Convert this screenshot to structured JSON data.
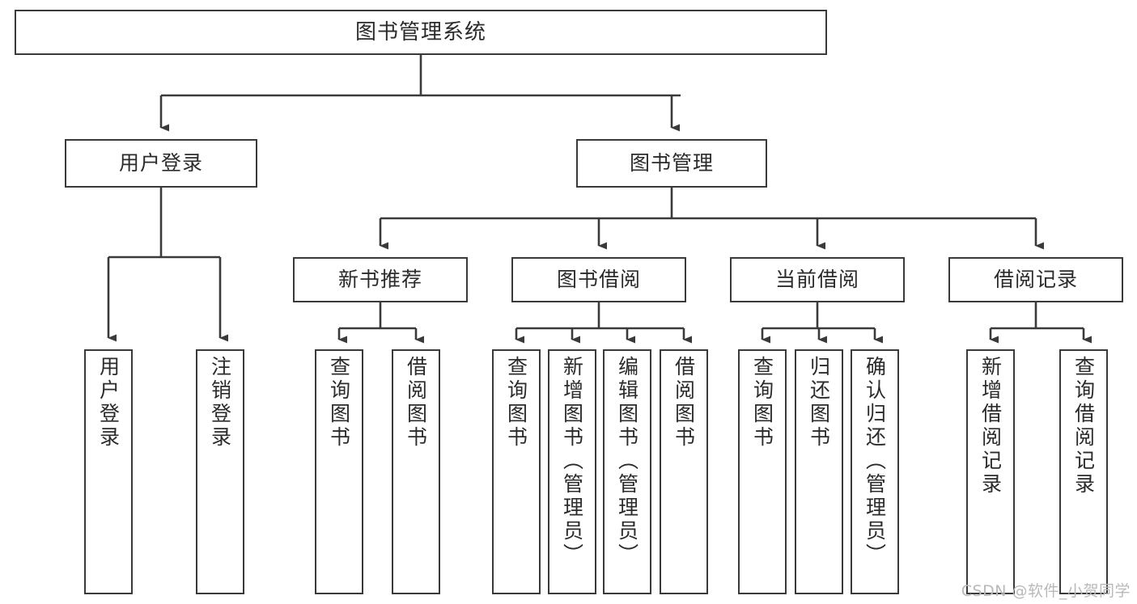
{
  "diagram": {
    "type": "tree-hierarchy",
    "title": "图书管理系统",
    "watermark": "CSDN @软件_小贺同学",
    "colors": {
      "box_border": "#3a3a3a",
      "box_fill": "#ffffff",
      "edge": "#3a3a3a",
      "text": "#2b2b2b",
      "watermark": "#b9b9b9",
      "background": "#ffffff"
    },
    "nodes": {
      "root": {
        "label": "图书管理系统",
        "level": 1,
        "orientation": "horizontal"
      },
      "l2_user_login": {
        "label": "用户登录",
        "level": 2,
        "orientation": "horizontal"
      },
      "l2_book_manage": {
        "label": "图书管理",
        "level": 2,
        "orientation": "horizontal"
      },
      "l3_new_book_rec": {
        "label": "新书推荐",
        "level": 3,
        "orientation": "horizontal"
      },
      "l3_book_borrow": {
        "label": "图书借阅",
        "level": 3,
        "orientation": "horizontal"
      },
      "l3_current_borrow": {
        "label": "当前借阅",
        "level": 3,
        "orientation": "horizontal"
      },
      "l3_borrow_record": {
        "label": "借阅记录",
        "level": 3,
        "orientation": "horizontal"
      },
      "leaf_user_login": {
        "label": "用户登录",
        "level": 4,
        "orientation": "vertical"
      },
      "leaf_logout": {
        "label": "注销登录",
        "level": 4,
        "orientation": "vertical"
      },
      "leaf_query_book_a": {
        "label": "查询图书",
        "level": 4,
        "orientation": "vertical"
      },
      "leaf_borrow_book_a": {
        "label": "借阅图书",
        "level": 4,
        "orientation": "vertical"
      },
      "leaf_query_book_b": {
        "label": "查询图书",
        "level": 4,
        "orientation": "vertical"
      },
      "leaf_add_book": {
        "label": "新增图书（管理员）",
        "level": 4,
        "orientation": "vertical"
      },
      "leaf_edit_book": {
        "label": "编辑图书（管理员）",
        "level": 4,
        "orientation": "vertical"
      },
      "leaf_borrow_book_b": {
        "label": "借阅图书",
        "level": 4,
        "orientation": "vertical"
      },
      "leaf_query_book_c": {
        "label": "查询图书",
        "level": 4,
        "orientation": "vertical"
      },
      "leaf_return_book": {
        "label": "归还图书",
        "level": 4,
        "orientation": "vertical"
      },
      "leaf_confirm_return": {
        "label": "确认归还（管理员）",
        "level": 4,
        "orientation": "vertical"
      },
      "leaf_add_record": {
        "label": "新增借阅记录",
        "level": 4,
        "orientation": "vertical"
      },
      "leaf_query_record": {
        "label": "查询借阅记录",
        "level": 4,
        "orientation": "vertical"
      }
    },
    "edges": [
      {
        "from": "root",
        "to": "l2_user_login"
      },
      {
        "from": "root",
        "to": "l2_book_manage"
      },
      {
        "from": "l2_user_login",
        "to": "leaf_user_login"
      },
      {
        "from": "l2_user_login",
        "to": "leaf_logout"
      },
      {
        "from": "l2_book_manage",
        "to": "l3_new_book_rec"
      },
      {
        "from": "l2_book_manage",
        "to": "l3_book_borrow"
      },
      {
        "from": "l2_book_manage",
        "to": "l3_current_borrow"
      },
      {
        "from": "l2_book_manage",
        "to": "l3_borrow_record"
      },
      {
        "from": "l3_new_book_rec",
        "to": "leaf_query_book_a"
      },
      {
        "from": "l3_new_book_rec",
        "to": "leaf_borrow_book_a"
      },
      {
        "from": "l3_book_borrow",
        "to": "leaf_query_book_b"
      },
      {
        "from": "l3_book_borrow",
        "to": "leaf_add_book"
      },
      {
        "from": "l3_book_borrow",
        "to": "leaf_edit_book"
      },
      {
        "from": "l3_book_borrow",
        "to": "leaf_borrow_book_b"
      },
      {
        "from": "l3_current_borrow",
        "to": "leaf_query_book_c"
      },
      {
        "from": "l3_current_borrow",
        "to": "leaf_return_book"
      },
      {
        "from": "l3_current_borrow",
        "to": "leaf_confirm_return"
      },
      {
        "from": "l3_borrow_record",
        "to": "leaf_add_record"
      },
      {
        "from": "l3_borrow_record",
        "to": "leaf_query_record"
      }
    ]
  }
}
